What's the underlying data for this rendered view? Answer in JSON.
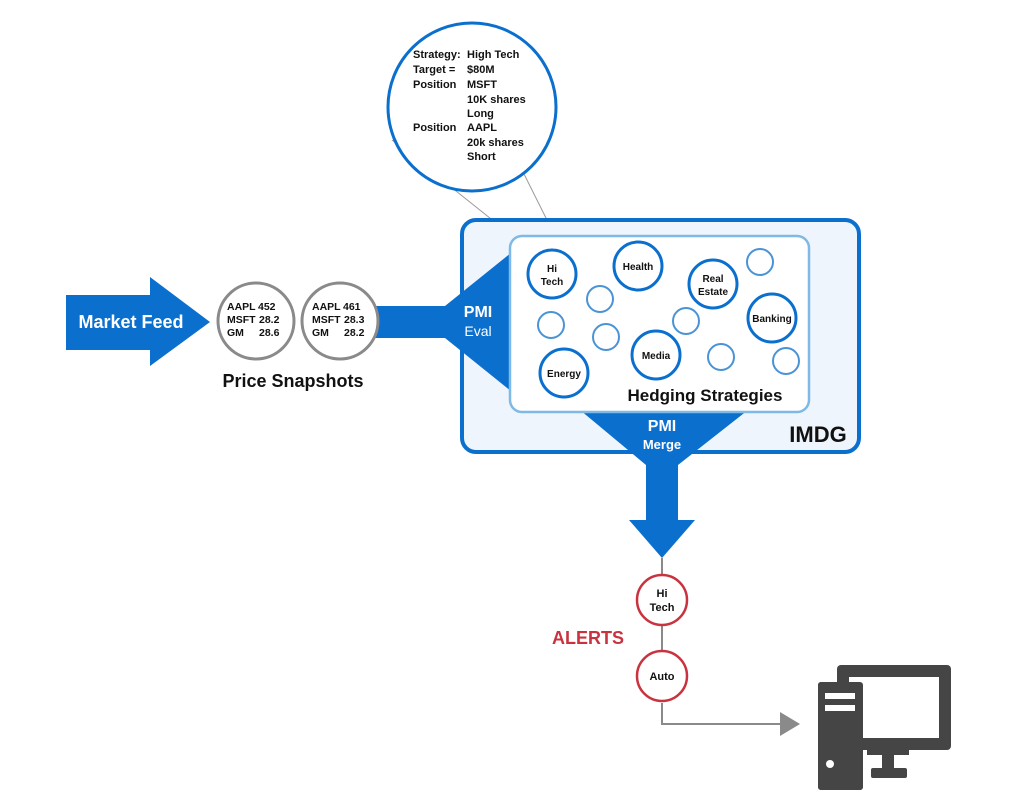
{
  "market_feed": {
    "label": "Market Feed"
  },
  "snapshots": {
    "caption": "Price Snapshots",
    "items": [
      {
        "rows": [
          [
            "AAPL",
            "452"
          ],
          [
            "MSFT",
            "28.2"
          ],
          [
            "GM",
            "28.6"
          ]
        ]
      },
      {
        "rows": [
          [
            "AAPL",
            "461"
          ],
          [
            "MSFT",
            "28.3"
          ],
          [
            "GM",
            "28.2"
          ]
        ]
      }
    ]
  },
  "pmi_eval": {
    "line1": "PMI",
    "line2": "Eval"
  },
  "pmi_merge": {
    "line1": "PMI",
    "line2": "Merge"
  },
  "imdg": {
    "label": "IMDG"
  },
  "hedging": {
    "title": "Hedging Strategies",
    "strategies": [
      "Hi Tech",
      "Health",
      "Real Estate",
      "Banking",
      "Media",
      "Energy"
    ]
  },
  "callout": {
    "rows": [
      [
        "Strategy:",
        "High Tech"
      ],
      [
        "Target =",
        "$80M"
      ],
      [
        "Position",
        "MSFT"
      ],
      [
        "",
        "10K shares"
      ],
      [
        "",
        "Long"
      ],
      [
        "Position",
        "AAPL"
      ],
      [
        "",
        "20k shares"
      ],
      [
        "",
        "Short"
      ]
    ]
  },
  "alerts": {
    "label": "ALERTS",
    "items": [
      "Hi Tech",
      "Auto"
    ]
  },
  "colors": {
    "primary_blue": "#0b6fce",
    "light_blue": "#7fb9e6",
    "panel_fill": "#f1f6fc",
    "alert_red": "#c8333f",
    "gray": "#8a8a8a",
    "computer": "#454545"
  },
  "icons": {
    "computer": "desktop-computer-icon"
  }
}
